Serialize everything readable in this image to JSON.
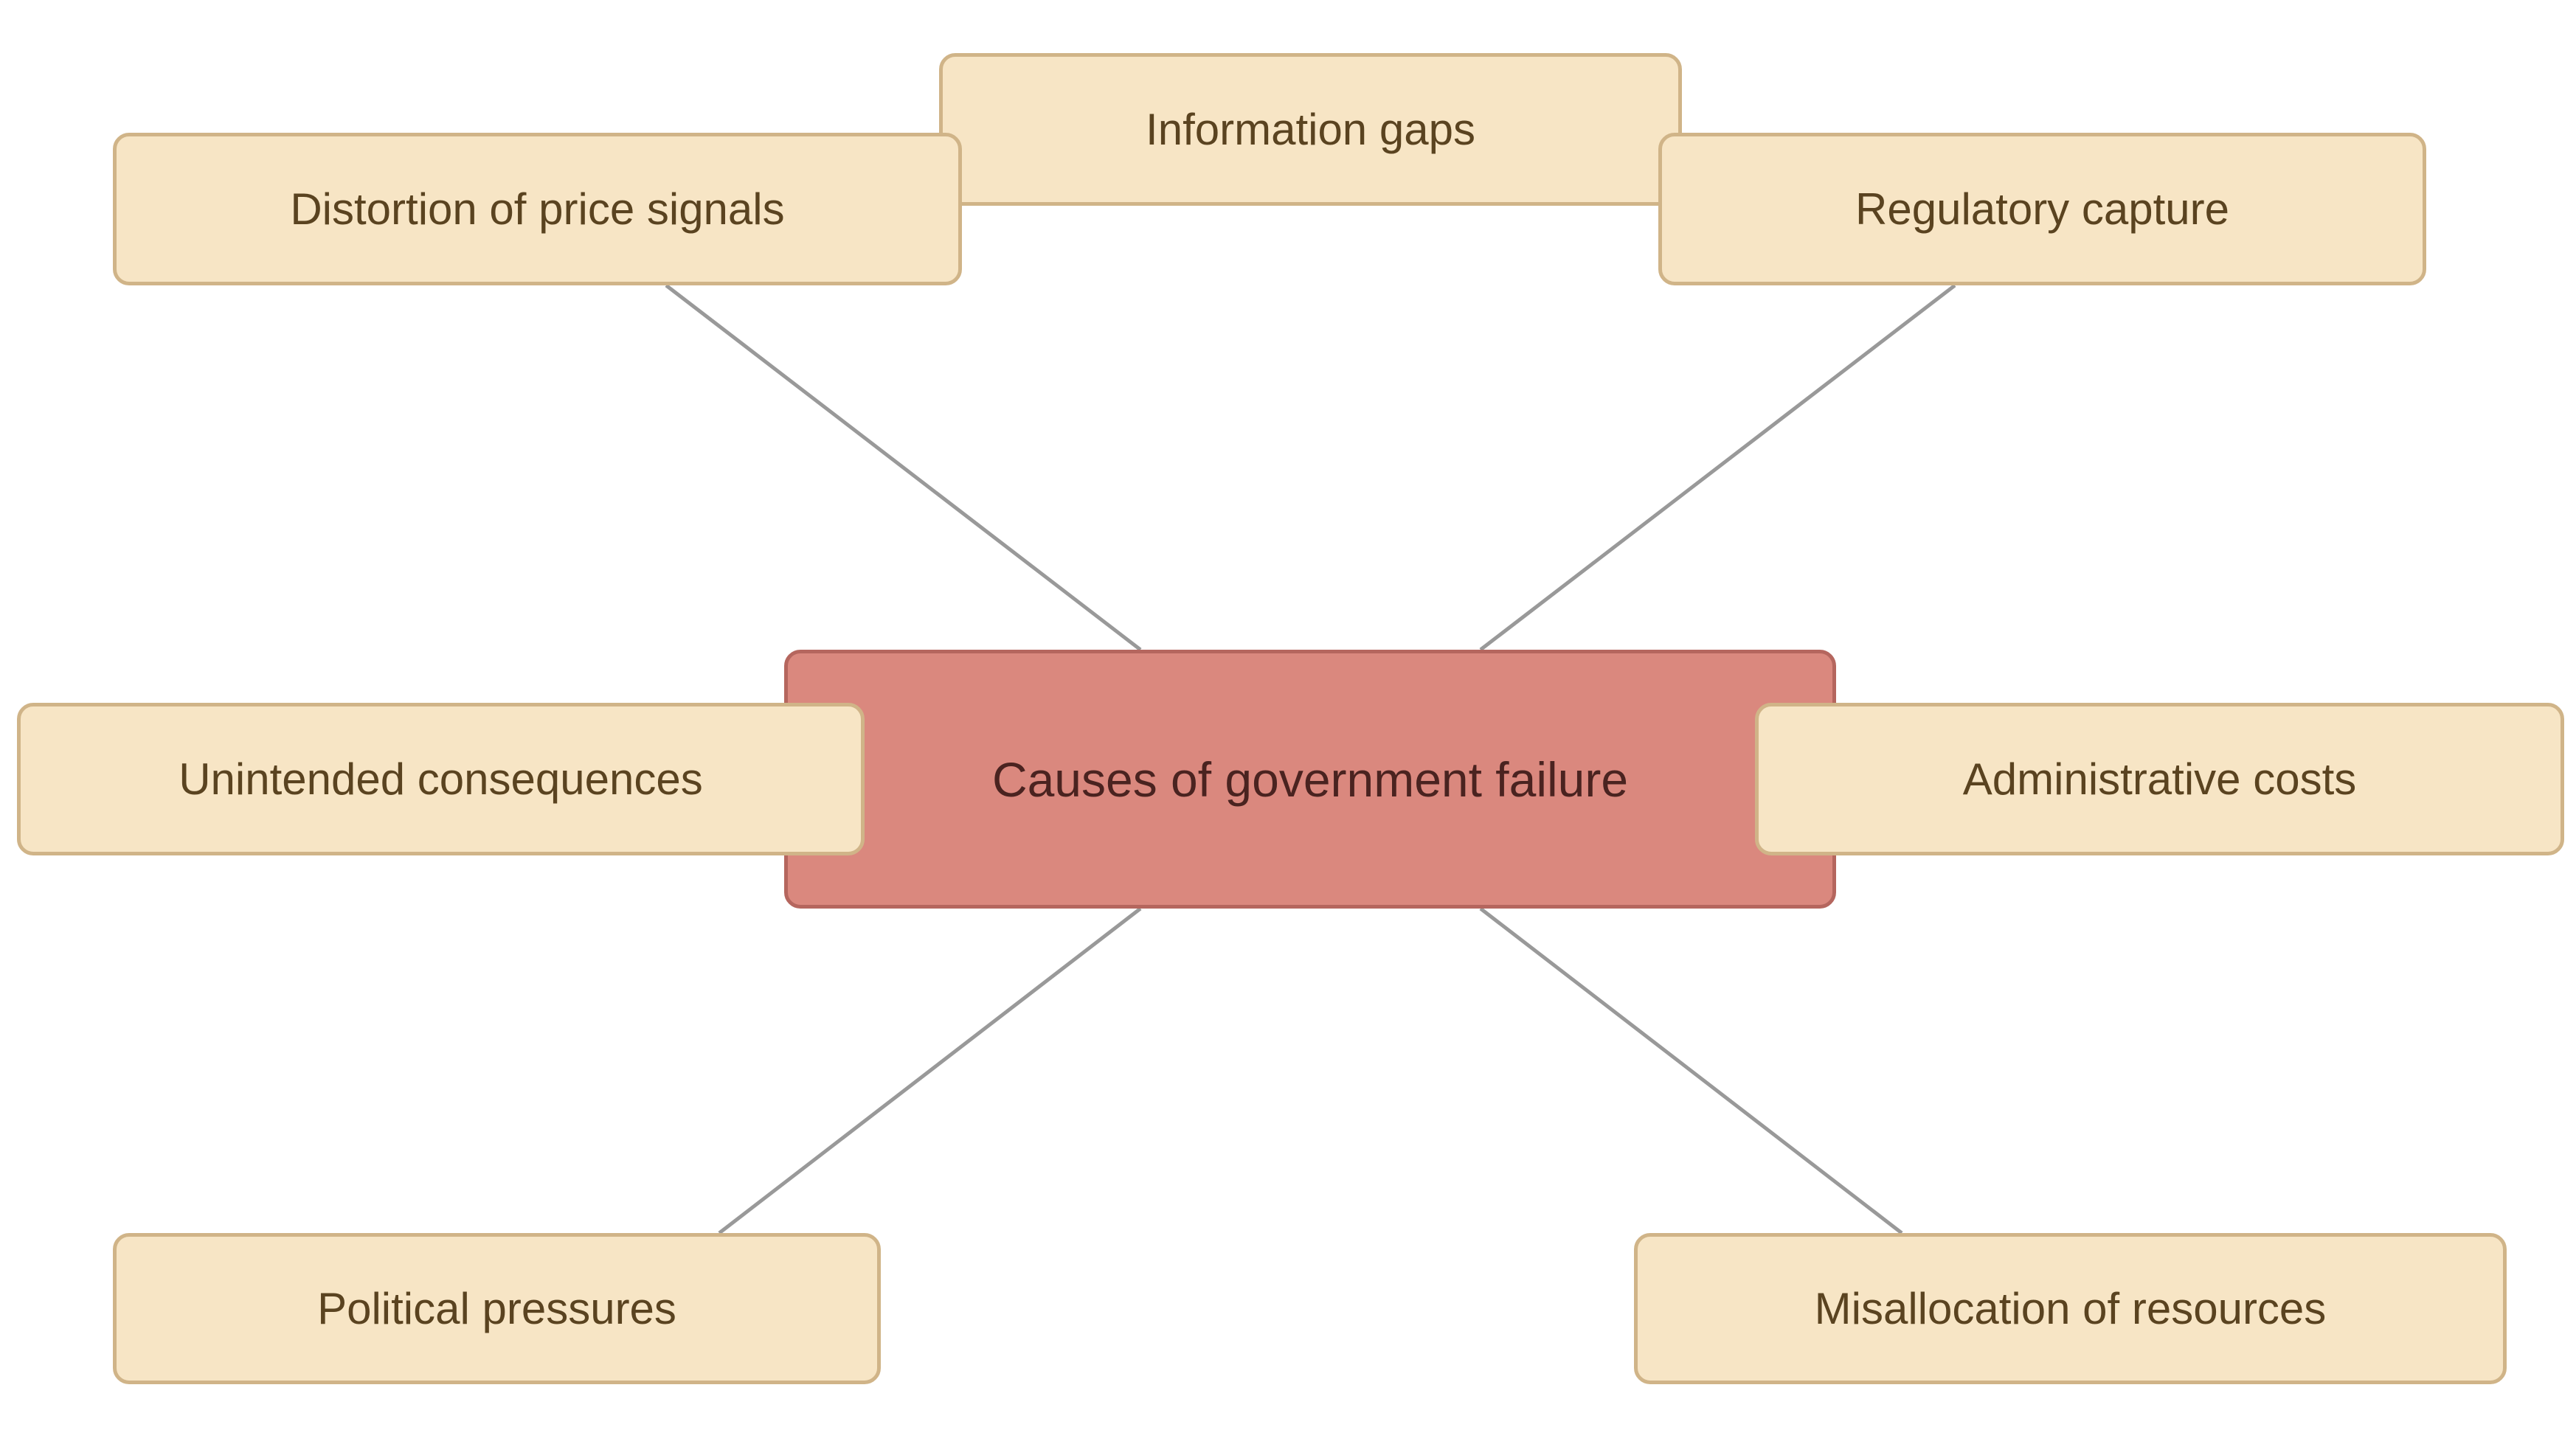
{
  "diagram": {
    "type": "mind-map",
    "colors": {
      "leaf_fill": "#F7E5C5",
      "leaf_border": "#D0B488",
      "leaf_text": "#5A4320",
      "root_fill": "#DA887E",
      "root_border": "#B5665E",
      "root_text": "#4A2320",
      "edge": "#999999"
    },
    "root": {
      "label": "Causes of government failure"
    },
    "branches": [
      {
        "label": "Information gaps"
      },
      {
        "label": "Distortion of price signals"
      },
      {
        "label": "Regulatory capture"
      },
      {
        "label": "Unintended consequences"
      },
      {
        "label": "Administrative costs"
      },
      {
        "label": "Political pressures"
      },
      {
        "label": "Misallocation of resources"
      }
    ]
  }
}
